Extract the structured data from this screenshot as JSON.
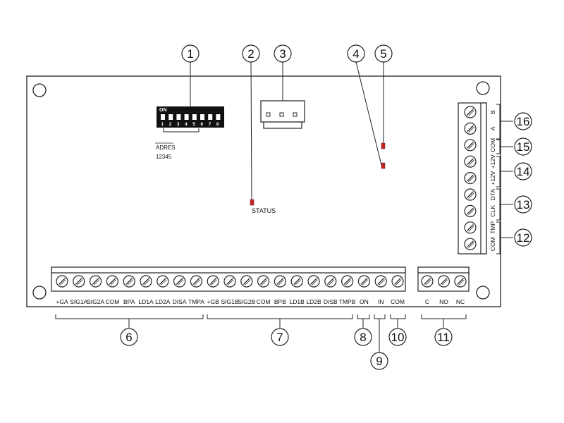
{
  "diagram": {
    "dip_switch": {
      "on_label": "ON",
      "positions": [
        "1",
        "2",
        "3",
        "4",
        "5",
        "6",
        "7",
        "8"
      ],
      "address_label": "ADRES",
      "address_bits": "12345"
    },
    "status_label": "STATUS",
    "bottom_terminals": {
      "group_6": [
        "+GA",
        "SIG1A",
        "SIG2A",
        "COM",
        "BPA",
        "LD1A",
        "LD2A",
        "DISA",
        "TMPA"
      ],
      "group_7": [
        "+GB",
        "SIG1B",
        "SIG2B",
        "COM",
        "BPB",
        "LD1B",
        "LD2B",
        "DISB",
        "TMPB"
      ],
      "single_8": "ON",
      "single_9": "IN",
      "single_10": "COM"
    },
    "relay_terminals": [
      "C",
      "NO",
      "NC"
    ],
    "right_terminals": [
      "B",
      "A",
      "COM",
      "+12V",
      "+12V",
      "DTA",
      "CLK",
      "TMP",
      "COM"
    ],
    "callouts": [
      "1",
      "2",
      "3",
      "4",
      "5",
      "6",
      "7",
      "8",
      "9",
      "10",
      "11",
      "12",
      "13",
      "14",
      "15",
      "16"
    ]
  }
}
